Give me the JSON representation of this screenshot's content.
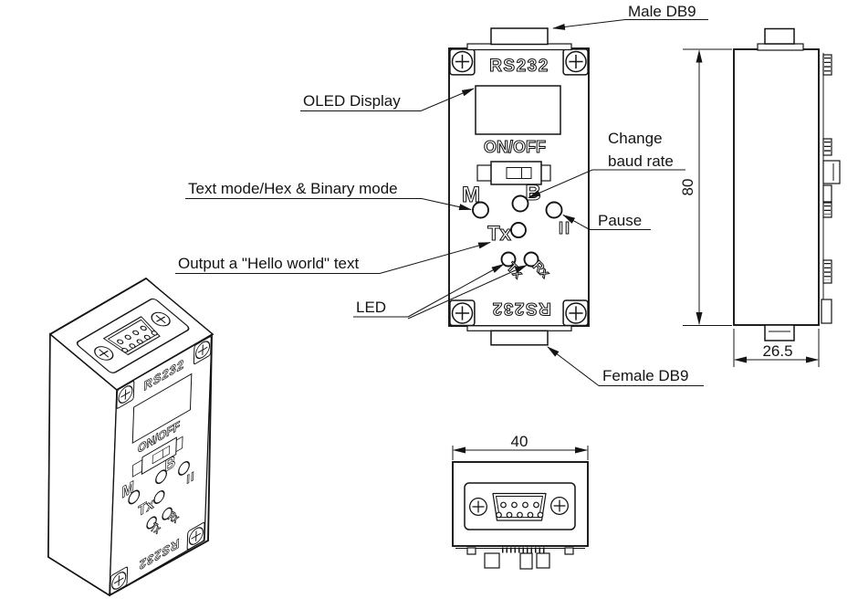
{
  "drawing": {
    "background": "#ffffff",
    "line_color": "#141414"
  },
  "callouts": {
    "male_db9": "Male DB9",
    "oled_display": "OLED Display",
    "change_baud_line1": "Change",
    "change_baud_line2": "baud rate",
    "text_mode": "Text mode/Hex & Binary mode",
    "pause": "Pause",
    "output_hello": "Output a \"Hello world\" text",
    "led": "LED",
    "female_db9": "Female DB9"
  },
  "device": {
    "brand": "RS232",
    "power_label": "ON/OFF",
    "mode_button": "M",
    "baud_button": "B",
    "tx_button": "Tx",
    "pause_button": "II",
    "tx_led": "Tx",
    "rx_led": "Rx"
  },
  "dimensions": {
    "height": "80",
    "depth": "26.5",
    "width": "40"
  }
}
